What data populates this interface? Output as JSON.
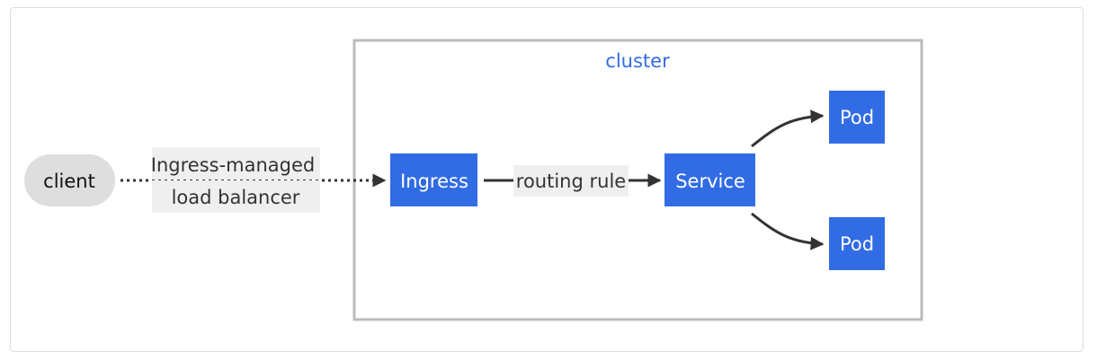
{
  "diagram": {
    "cluster_label": "cluster",
    "nodes": {
      "client": "client",
      "ingress": "Ingress",
      "service": "Service",
      "pod_top": "Pod",
      "pod_bottom": "Pod"
    },
    "edges": {
      "client_to_ingress_line1": "Ingress-managed",
      "client_to_ingress_line2": "load balancer",
      "ingress_to_service": "routing rule"
    }
  },
  "colors": {
    "node_blue": "#326ce5",
    "node_text": "#ffffff",
    "client_fill": "#dedede",
    "cluster_border": "#bbbbbb",
    "cluster_label": "#326ce5",
    "edge": "#333333",
    "edge_label_bg": "#efefef"
  }
}
